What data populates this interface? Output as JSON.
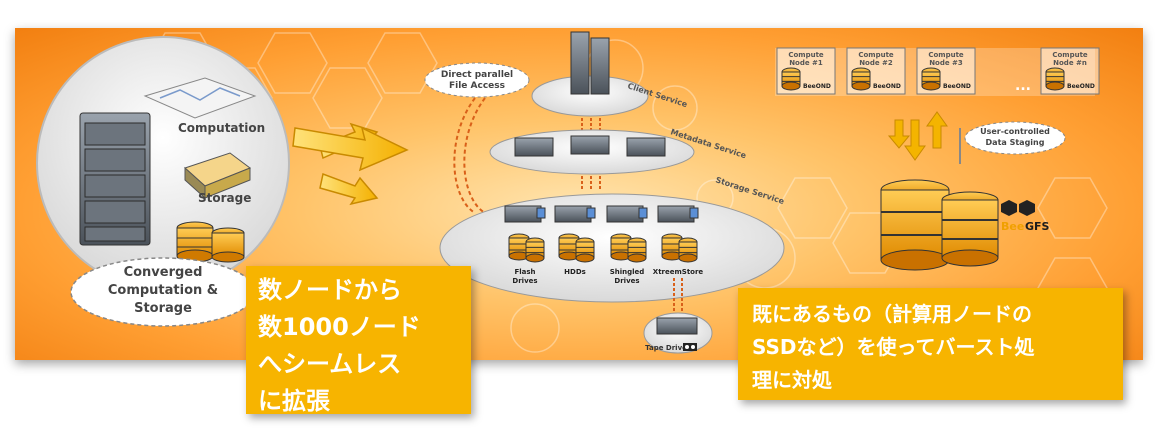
{
  "left_cluster": {
    "computation_label": "Computation",
    "storage_label": "Storage",
    "converged_lines": [
      "Converged",
      "Computation &",
      "Storage"
    ]
  },
  "center": {
    "direct_access_lines": [
      "Direct parallel",
      "File Access"
    ],
    "client_service": "Client Service",
    "metadata_service": "Metadata Service",
    "storage_service": "Storage Service",
    "media": [
      {
        "label": "Flash\nDrives",
        "line1": "Flash",
        "line2": "Drives"
      },
      {
        "label": "HDDs",
        "line1": "HDDs",
        "line2": ""
      },
      {
        "label": "Shingled\nDrives",
        "line1": "Shingled",
        "line2": "Drives"
      },
      {
        "label": "XtreemStore",
        "line1": "XtreemStore",
        "line2": ""
      }
    ],
    "tape_drive": "Tape Drive"
  },
  "right": {
    "compute_nodes": [
      {
        "line1": "Compute",
        "line2": "Node #1"
      },
      {
        "line1": "Compute",
        "line2": "Node #2"
      },
      {
        "line1": "Compute",
        "line2": "Node #3"
      },
      {
        "line1": "Compute",
        "line2": "Node #n"
      }
    ],
    "ellipsis": "...",
    "beeond_label": "BeeOND",
    "staging_lines": [
      "User-controlled",
      "Data Staging"
    ],
    "beegfs_prefix": "Bee",
    "beegfs_suffix": "GFS"
  },
  "callouts": {
    "left_lines": [
      "数ノードから",
      "数1000ノード",
      "へシームレス",
      "に拡張"
    ],
    "right_lines": [
      "既にあるもの（計算用ノードの",
      "SSDなど）を使ってバースト処",
      "理に対処"
    ]
  },
  "colors": {
    "accent_orange": "#f39c12",
    "callout_yellow": "#f7b400",
    "highlight_orange": "#e67e00"
  }
}
